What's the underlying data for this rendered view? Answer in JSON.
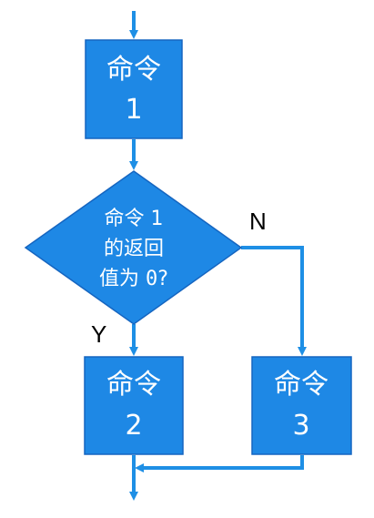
{
  "colors": {
    "box_fill": "#1E88E5",
    "box_border": "#1565C0",
    "arrow": "#1E8FE5",
    "text": "#ffffff",
    "edge_label": "#000000"
  },
  "nodes": {
    "cmd1": {
      "line1": "命令",
      "line2": "1"
    },
    "decision": {
      "line1": "命令 1",
      "line2": "的返回",
      "line3_prefix": "值为 ",
      "line3_code": "0",
      "line3_suffix": "?"
    },
    "cmd2": {
      "line1": "命令",
      "line2": "2"
    },
    "cmd3": {
      "line1": "命令",
      "line2": "3"
    }
  },
  "edges": {
    "yes_label": "Y",
    "no_label": "N"
  }
}
